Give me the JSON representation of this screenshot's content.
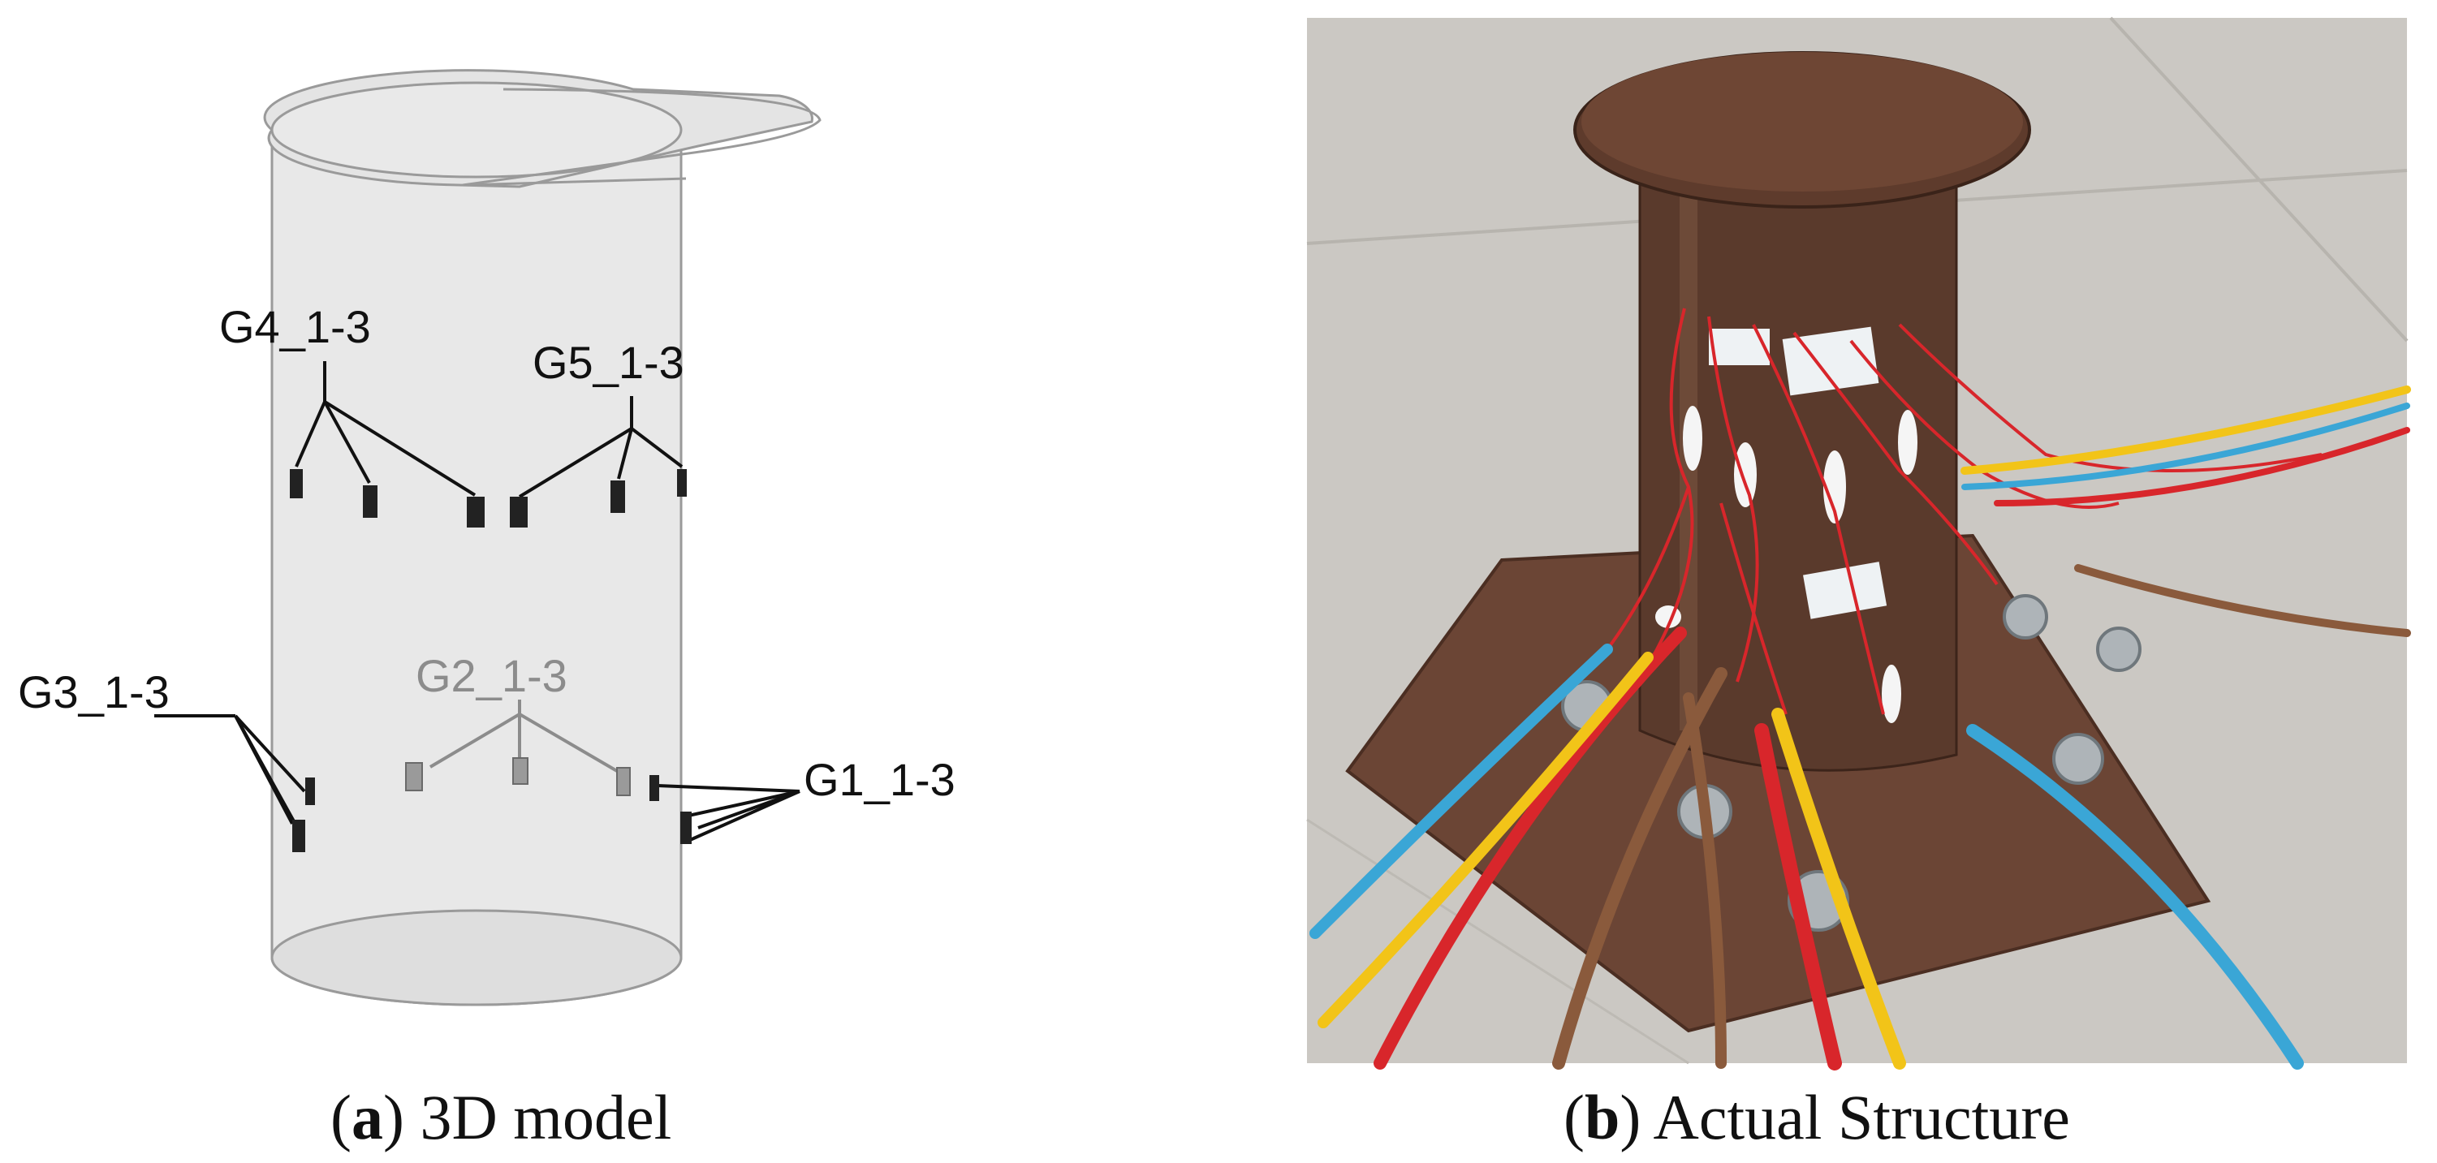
{
  "panel_a": {
    "caption_letter": "a",
    "caption_text": "3D model",
    "labels": {
      "g4": "G4_1-3",
      "g5": "G5_1-3",
      "g3": "G3_1-3",
      "g2": "G2_1-3",
      "g1": "G1_1-3"
    },
    "colors": {
      "cylinder_fill": "#e6e6e6",
      "cylinder_edge": "#9a9a9a",
      "label_dark": "#111111",
      "label_gray": "#8c8c8c"
    }
  },
  "panel_b": {
    "caption_letter": "b",
    "caption_text": "Actual Structure",
    "colors": {
      "floor": "#c9c6c1",
      "steel": "#5a3a2c",
      "plate": "#6b4a3a",
      "wire_red": "#d8262b",
      "wire_yellow": "#f2c418",
      "wire_blue": "#3aa6d6",
      "wire_brown": "#8a5a3c"
    }
  }
}
